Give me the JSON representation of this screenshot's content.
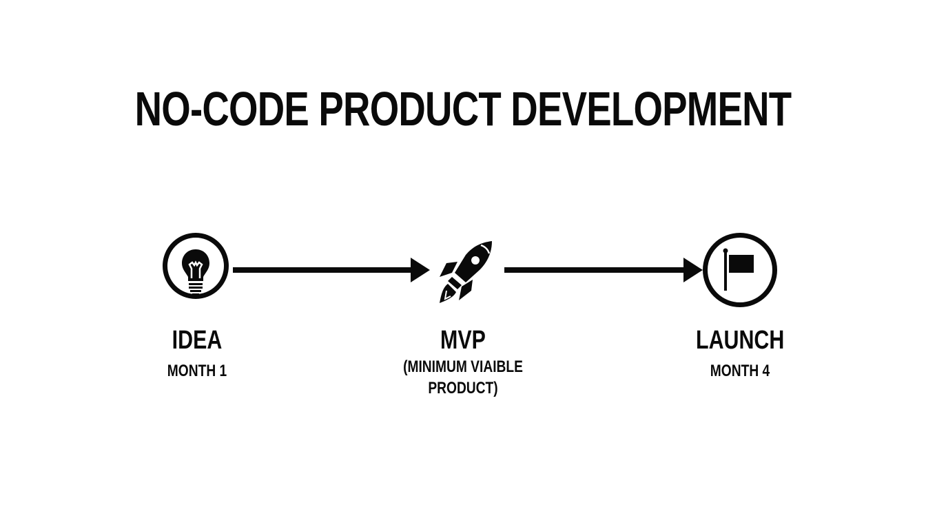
{
  "title": "NO-CODE PRODUCT DEVELOPMENT",
  "stages": [
    {
      "name": "IDEA",
      "detail": "MONTH 1",
      "icon": "lightbulb-icon"
    },
    {
      "name": "MVP",
      "detail_line1": "(MINIMUM VIAIBLE",
      "detail_line2": "PRODUCT)",
      "icon": "rocket-icon"
    },
    {
      "name": "LAUNCH",
      "detail": "MONTH 4",
      "icon": "flag-icon"
    }
  ],
  "colors": {
    "foreground": "#0a0a0a",
    "background": "#ffffff"
  }
}
